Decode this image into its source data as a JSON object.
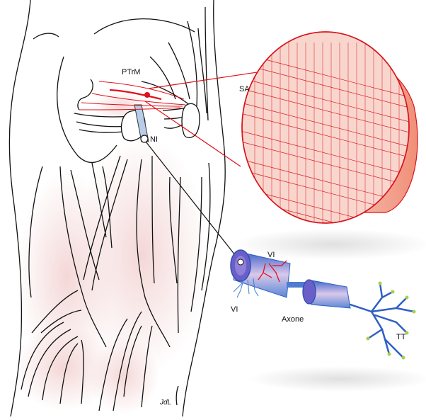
{
  "figure": {
    "type": "anatomical illustration",
    "subject": "posterior hip/thigh with piriformis trigger point, muscle fiber cross-section and nerve axon",
    "colors": {
      "outline": "#111111",
      "muscle_tint": "#f6dede",
      "trigger_red": "#e0101a",
      "fiber_fill": "#f7c9bf",
      "nerve_blue": "#2f5fc4",
      "nerve_light": "#b8cde8",
      "myelin_purple": "#6a5fc9",
      "terminal_green": "#a6d04a"
    }
  },
  "labels": {
    "ptrm": "PTrM",
    "ni": "NI",
    "sa": "SA",
    "vi_top": "VI",
    "vi_bottom": "VI",
    "axone": "Axone",
    "tt": "TT",
    "signature": "JdL"
  }
}
